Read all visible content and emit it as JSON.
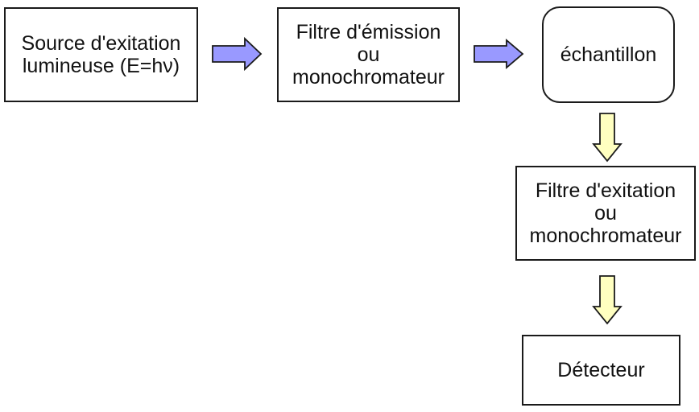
{
  "diagram": {
    "nodes": {
      "source": {
        "lines": [
          "Source d'exitation",
          "lumineuse (E=hν)"
        ]
      },
      "emission_filter": {
        "lines": [
          "Filtre d'émission",
          "ou",
          "monochromateur"
        ]
      },
      "sample": {
        "lines": [
          "échantillon"
        ]
      },
      "excitation_filter": {
        "lines": [
          "Filtre d'exitation",
          "ou",
          "monochromateur"
        ]
      },
      "detector": {
        "lines": [
          "Détecteur"
        ]
      }
    },
    "colors": {
      "arrow_blue_fill": "#9999ff",
      "arrow_yellow_fill": "#ffffc0",
      "stroke": "#1a1a1a"
    }
  }
}
